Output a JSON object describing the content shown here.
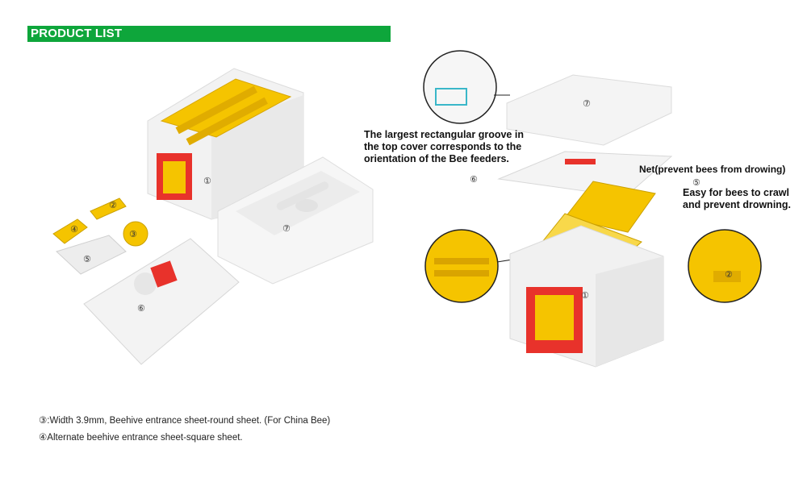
{
  "banner": {
    "title": "PRODUCT LIST"
  },
  "left_labels": {
    "n1": "①",
    "n2": "②",
    "n3": "③",
    "n4": "④",
    "n5": "⑤",
    "n6": "⑥",
    "n7": "⑦"
  },
  "right_labels": {
    "n1": "①",
    "n2": "②",
    "n5": "⑤",
    "n6": "⑥",
    "n7": "⑦"
  },
  "callouts": {
    "groove": "The largest rectangular groove in the top cover corresponds to the orientation of the Bee feeders.",
    "net": "Net(prevent bees from drowing)",
    "easy": "Easy for bees to crawl and prevent drowning."
  },
  "notes": {
    "line1": "③:Width 3.9mm, Beehive entrance sheet-round sheet. (For China Bee)",
    "line2": "④Alternate beehive entrance sheet-square sheet."
  },
  "colors": {
    "banner": "#0ea63b",
    "yellow": "#f5c400",
    "red": "#e8322b",
    "foam": "#f4f4f4"
  }
}
